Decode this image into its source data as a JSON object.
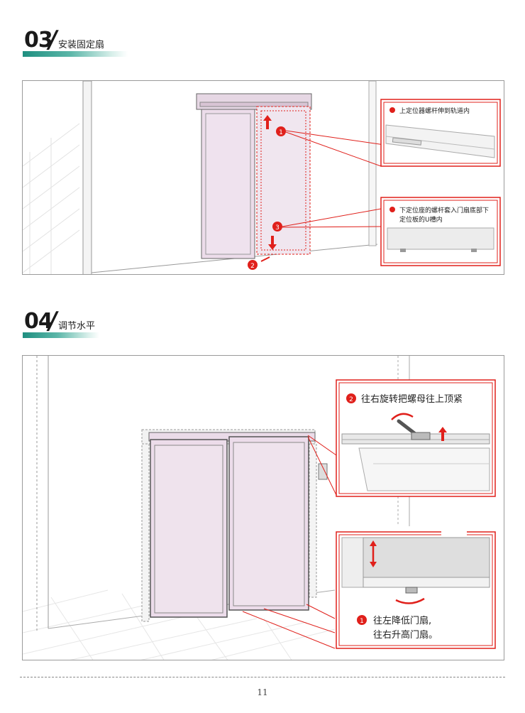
{
  "sections": [
    {
      "number": "03",
      "title": "安装固定扇"
    },
    {
      "number": "04",
      "title": "调节水平"
    }
  ],
  "step03": {
    "callout1": "上定位器螺杆伸到轨道内",
    "callout3_line1": "下定位座的螺杆套入门扇底部下",
    "callout3_line2": "定位板的U槽内",
    "markers": [
      "1",
      "2",
      "3"
    ]
  },
  "step04": {
    "callout2_num": "2",
    "callout2": "往右旋转把螺母往上顶紧",
    "callout1_num": "1",
    "callout1_line1": "往左降低门扇,",
    "callout1_line2": "往右升高门扇。"
  },
  "page": {
    "number": "11"
  },
  "colors": {
    "accent": "#e0201b",
    "teal": "#1f8f80",
    "glass": "#ecdcea"
  }
}
